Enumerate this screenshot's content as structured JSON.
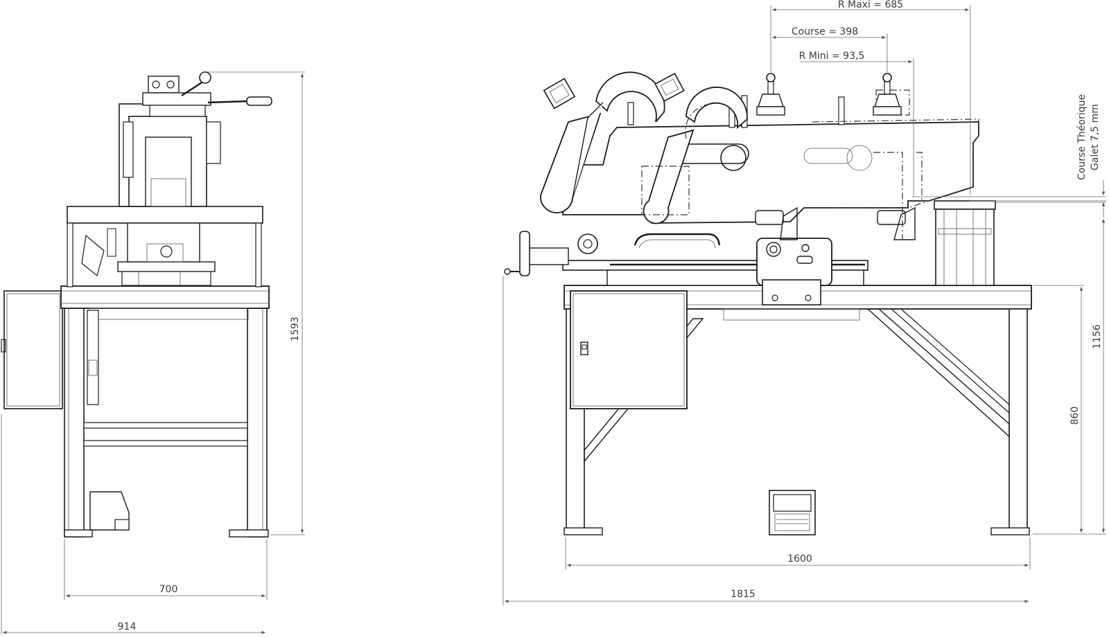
{
  "dimensions": {
    "r_maxi": "R Maxi = 685",
    "course": "Course = 398",
    "r_mini": "R Mini = 93,5",
    "course_theorique_line1": "Course Théorique",
    "course_theorique_line2": "Galet 7,5 mm",
    "height_total_side": "1593",
    "height_total_front": "1156",
    "height_table": "860",
    "width_table_side": "700",
    "width_overall_side": "914",
    "width_table_front": "1600",
    "width_overall_front": "1815"
  }
}
